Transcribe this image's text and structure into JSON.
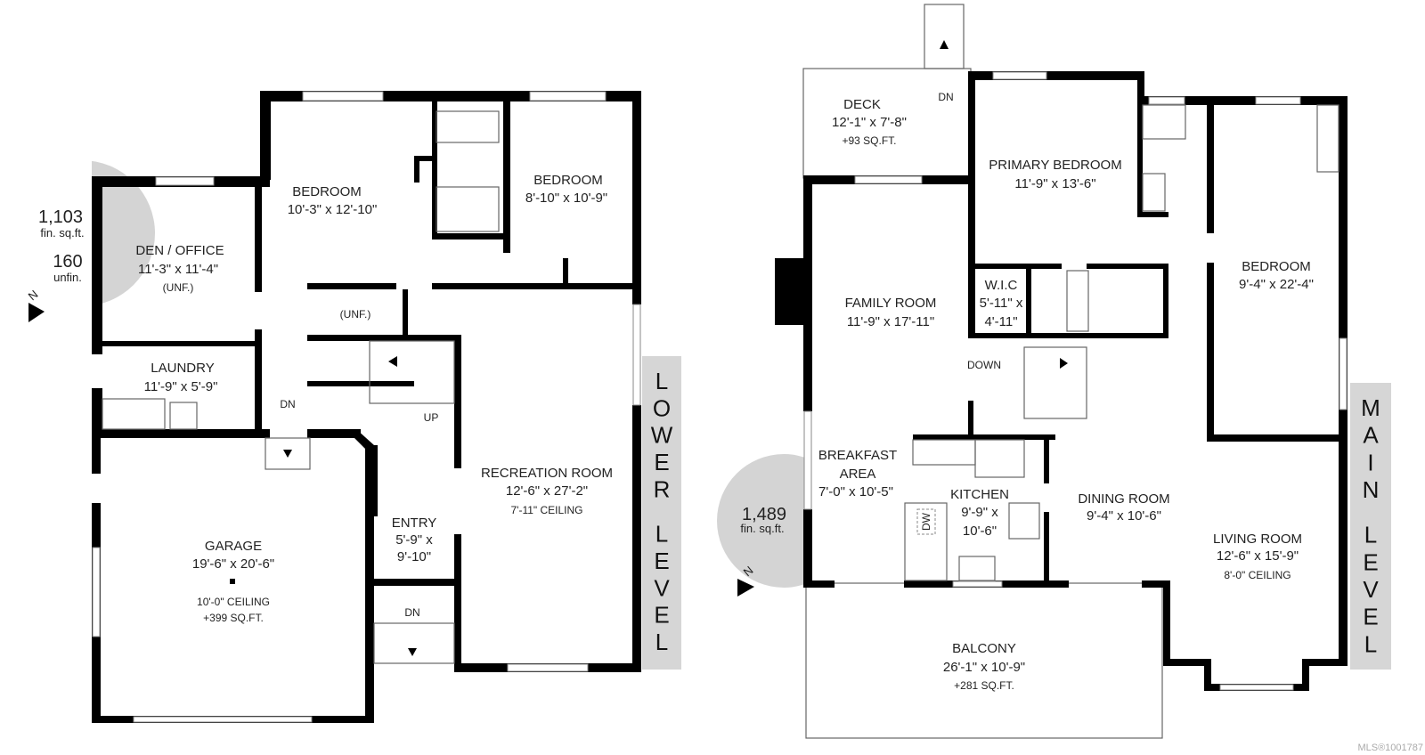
{
  "colors": {
    "wall": "#000000",
    "badge": "#d4d4d4",
    "level_bar": "#d6d6d6"
  },
  "lower": {
    "level_label": [
      "L",
      "O",
      "W",
      "E",
      "R",
      "L",
      "E",
      "V",
      "E",
      "L"
    ],
    "badge": {
      "fin_value": "1,103",
      "fin_label": "fin. sq.ft.",
      "unfin_value": "160",
      "unfin_label": "unfin.",
      "north": "N"
    },
    "rooms": [
      {
        "name": "BEDROOM",
        "dims": "10'-3\" x 12'-10\""
      },
      {
        "name": "BEDROOM",
        "dims": "8'-10\" x 10'-9\""
      },
      {
        "name": "DEN / OFFICE",
        "dims": "11'-3\" x 11'-4\"",
        "note": "(UNF.)"
      },
      {
        "name": "(UNF.)"
      },
      {
        "name": "LAUNDRY",
        "dims": "11'-9\" x 5'-9\""
      },
      {
        "name": "GARAGE",
        "dims": "19'-6\" x 20'-6\"",
        "note": "10'-0\" CEILING",
        "extra": "+399 SQ.FT."
      },
      {
        "name": "ENTRY",
        "dims": "5'-9\" x",
        "dims2": "9'-10\""
      },
      {
        "name": "RECREATION ROOM",
        "dims": "12'-6\" x 27'-2\"",
        "note": "7'-11\" CEILING"
      }
    ],
    "stairs": {
      "dn1": "DN",
      "up": "UP",
      "dn2": "DN"
    }
  },
  "main": {
    "level_label": [
      "M",
      "A",
      "I",
      "N",
      "L",
      "E",
      "V",
      "E",
      "L"
    ],
    "badge": {
      "fin_value": "1,489",
      "fin_label": "fin. sq.ft.",
      "north": "N"
    },
    "rooms": [
      {
        "name": "DECK",
        "dims": "12'-1\" x 7'-8\"",
        "extra": "+93 SQ.FT."
      },
      {
        "name": "PRIMARY BEDROOM",
        "dims": "11'-9\" x 13'-6\""
      },
      {
        "name": "BEDROOM",
        "dims": "9'-4\" x 22'-4\""
      },
      {
        "name": "FAMILY ROOM",
        "dims": "11'-9\" x 17'-11\""
      },
      {
        "name": "W.I.C",
        "dims": "5'-11\" x",
        "dims2": "4'-11\""
      },
      {
        "name": "BREAKFAST",
        "name2": "AREA",
        "dims": "7'-0\" x 10'-5\""
      },
      {
        "name": "KITCHEN",
        "dims": "9'-9\" x",
        "dims2": "10'-6\""
      },
      {
        "name": "DINING ROOM",
        "dims": "9'-4\" x 10'-6\""
      },
      {
        "name": "LIVING ROOM",
        "dims": "12'-6\" x 15'-9\"",
        "note": "8'-0\" CEILING"
      },
      {
        "name": "BALCONY",
        "dims": "26'-1\" x 10'-9\"",
        "extra": "+281 SQ.FT."
      }
    ],
    "stairs": {
      "dn": "DN",
      "down": "DOWN"
    },
    "appliance": "DW"
  },
  "watermark": "MLS®1001787"
}
